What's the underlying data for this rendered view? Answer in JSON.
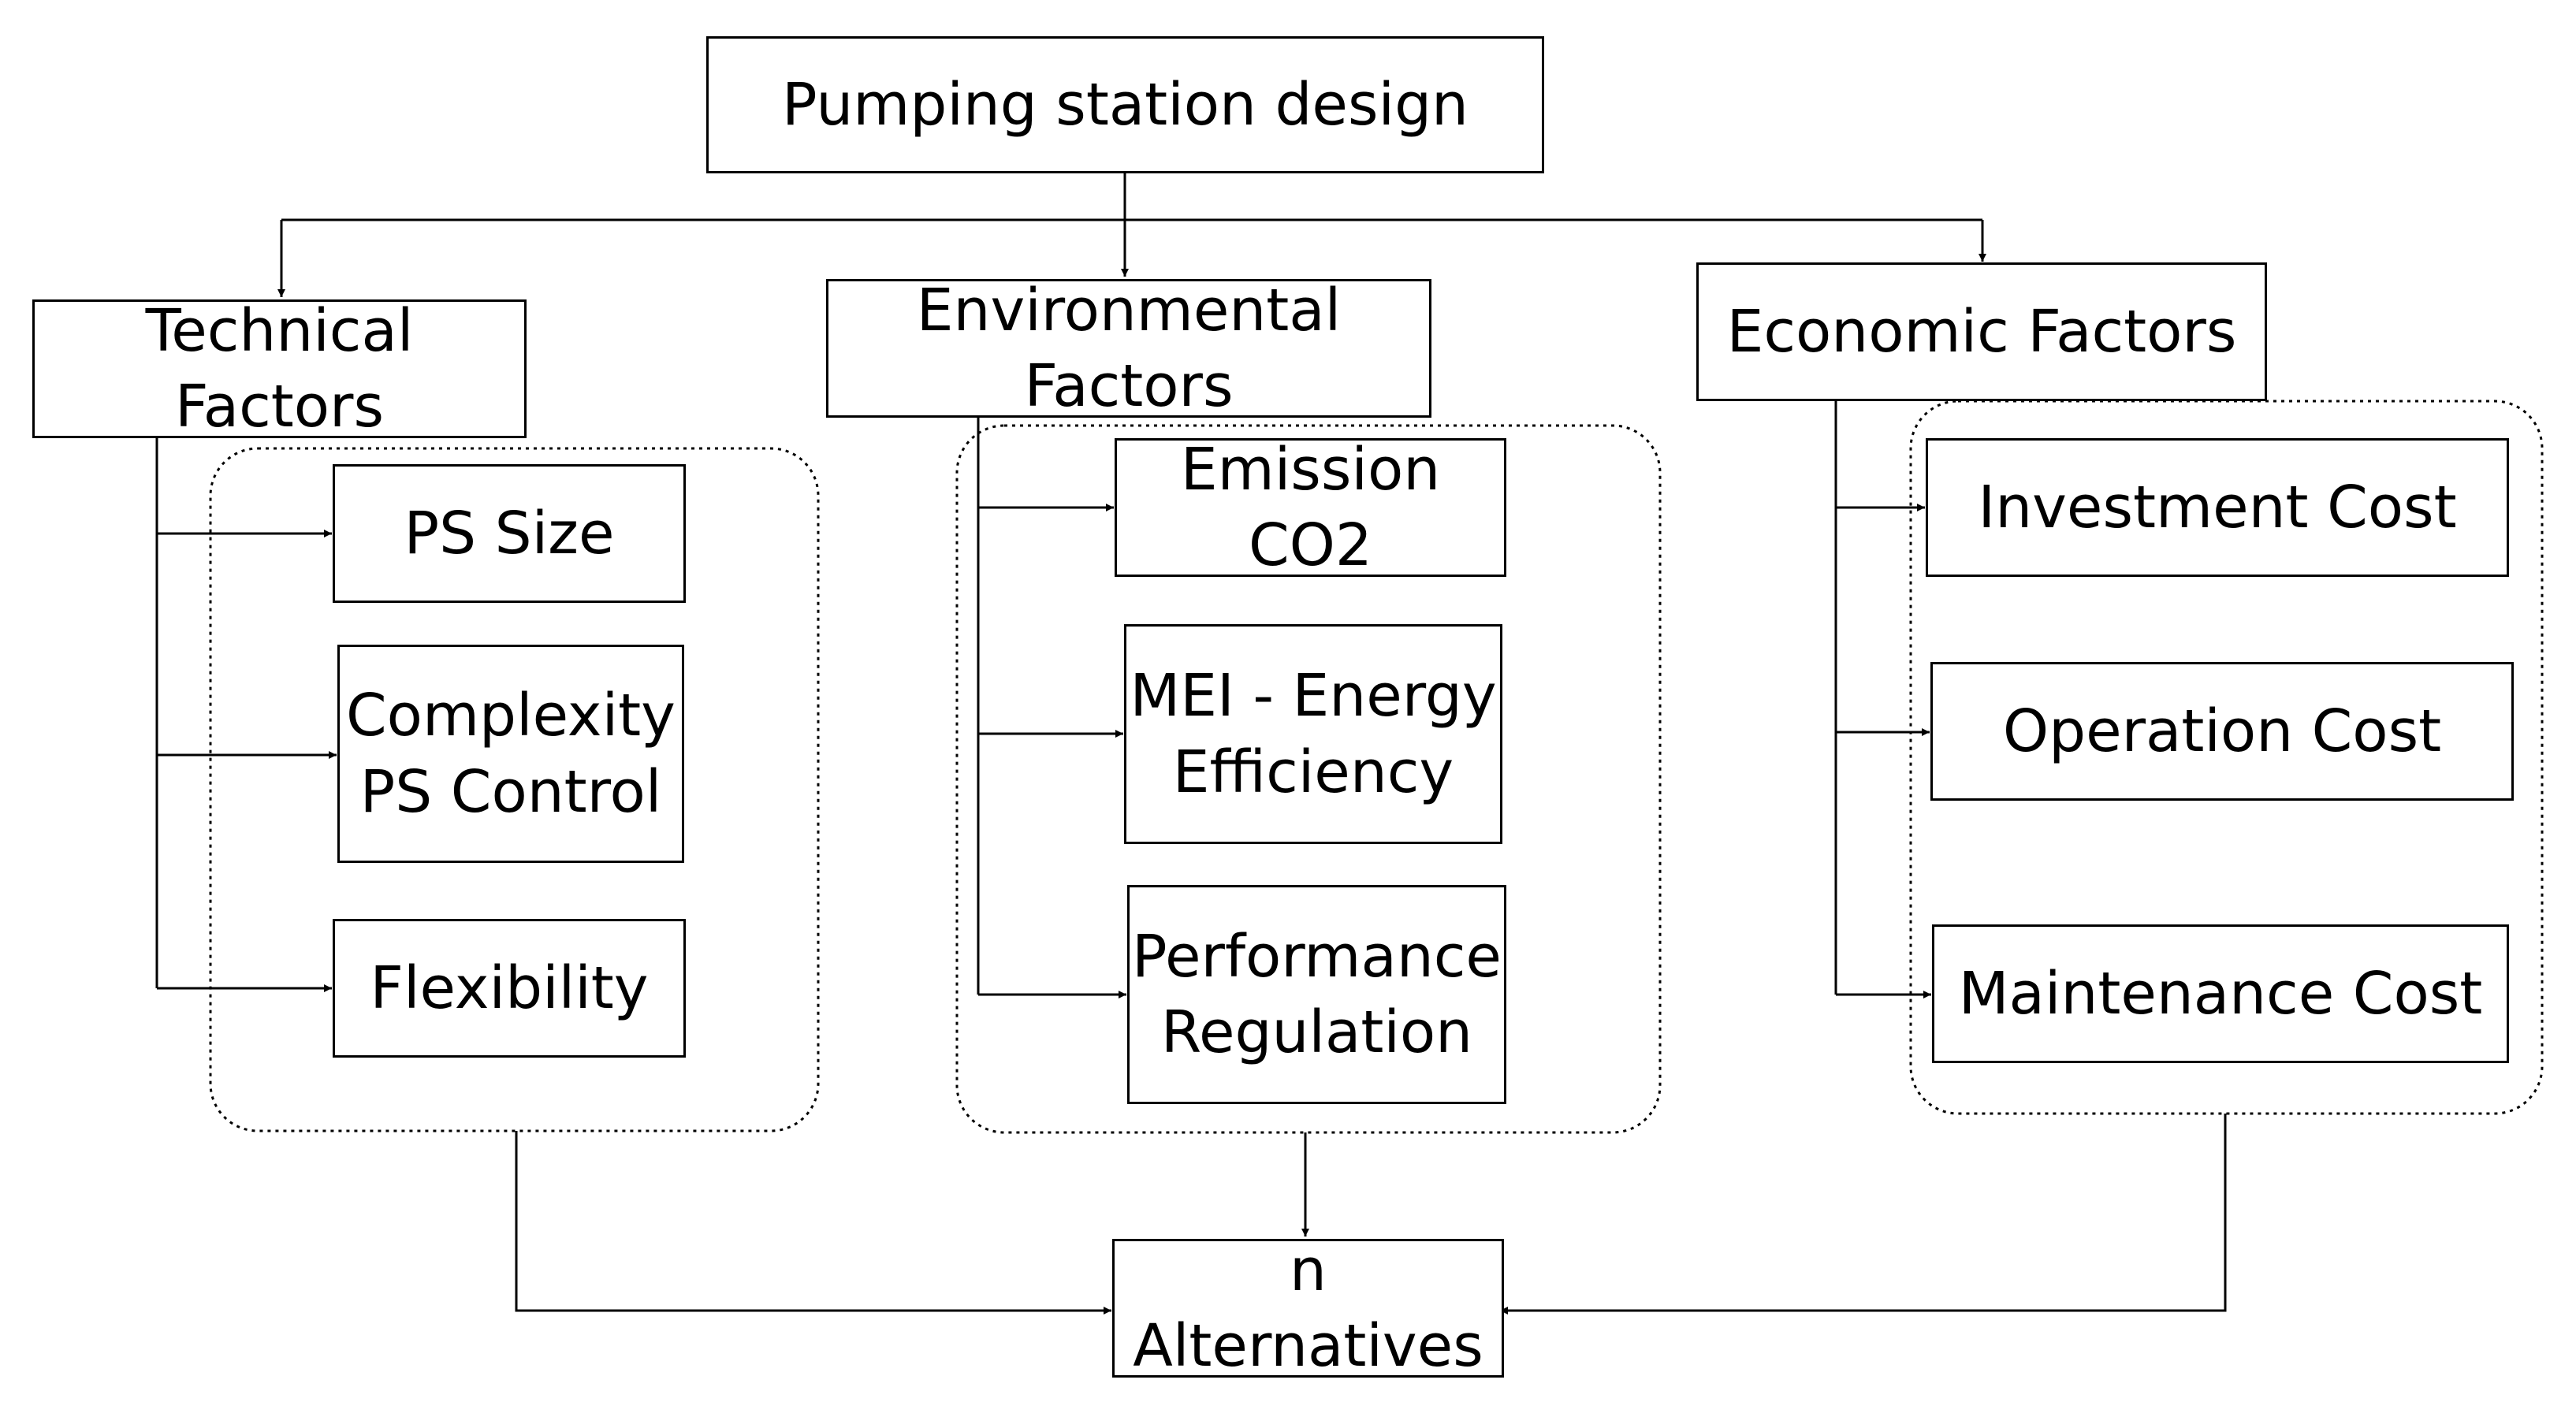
{
  "diagram": {
    "root": {
      "label": "Pumping station design"
    },
    "groups": [
      {
        "label": "Technical Factors",
        "items": [
          {
            "label": "PS Size"
          },
          {
            "label": "Complexity\nPS Control"
          },
          {
            "label": "Flexibility"
          }
        ]
      },
      {
        "label": "Environmental Factors",
        "items": [
          {
            "label": "Emission CO2"
          },
          {
            "label": "MEI - Energy\nEfficiency"
          },
          {
            "label": "Performance\nRegulation"
          }
        ]
      },
      {
        "label": "Economic Factors",
        "items": [
          {
            "label": "Investment Cost"
          },
          {
            "label": "Operation Cost"
          },
          {
            "label": "Maintenance Cost"
          }
        ]
      }
    ],
    "result": {
      "label": "n Alternatives"
    }
  },
  "colors": {
    "line": "#000000",
    "box_fill": "#ffffff",
    "background": "#ffffff"
  }
}
